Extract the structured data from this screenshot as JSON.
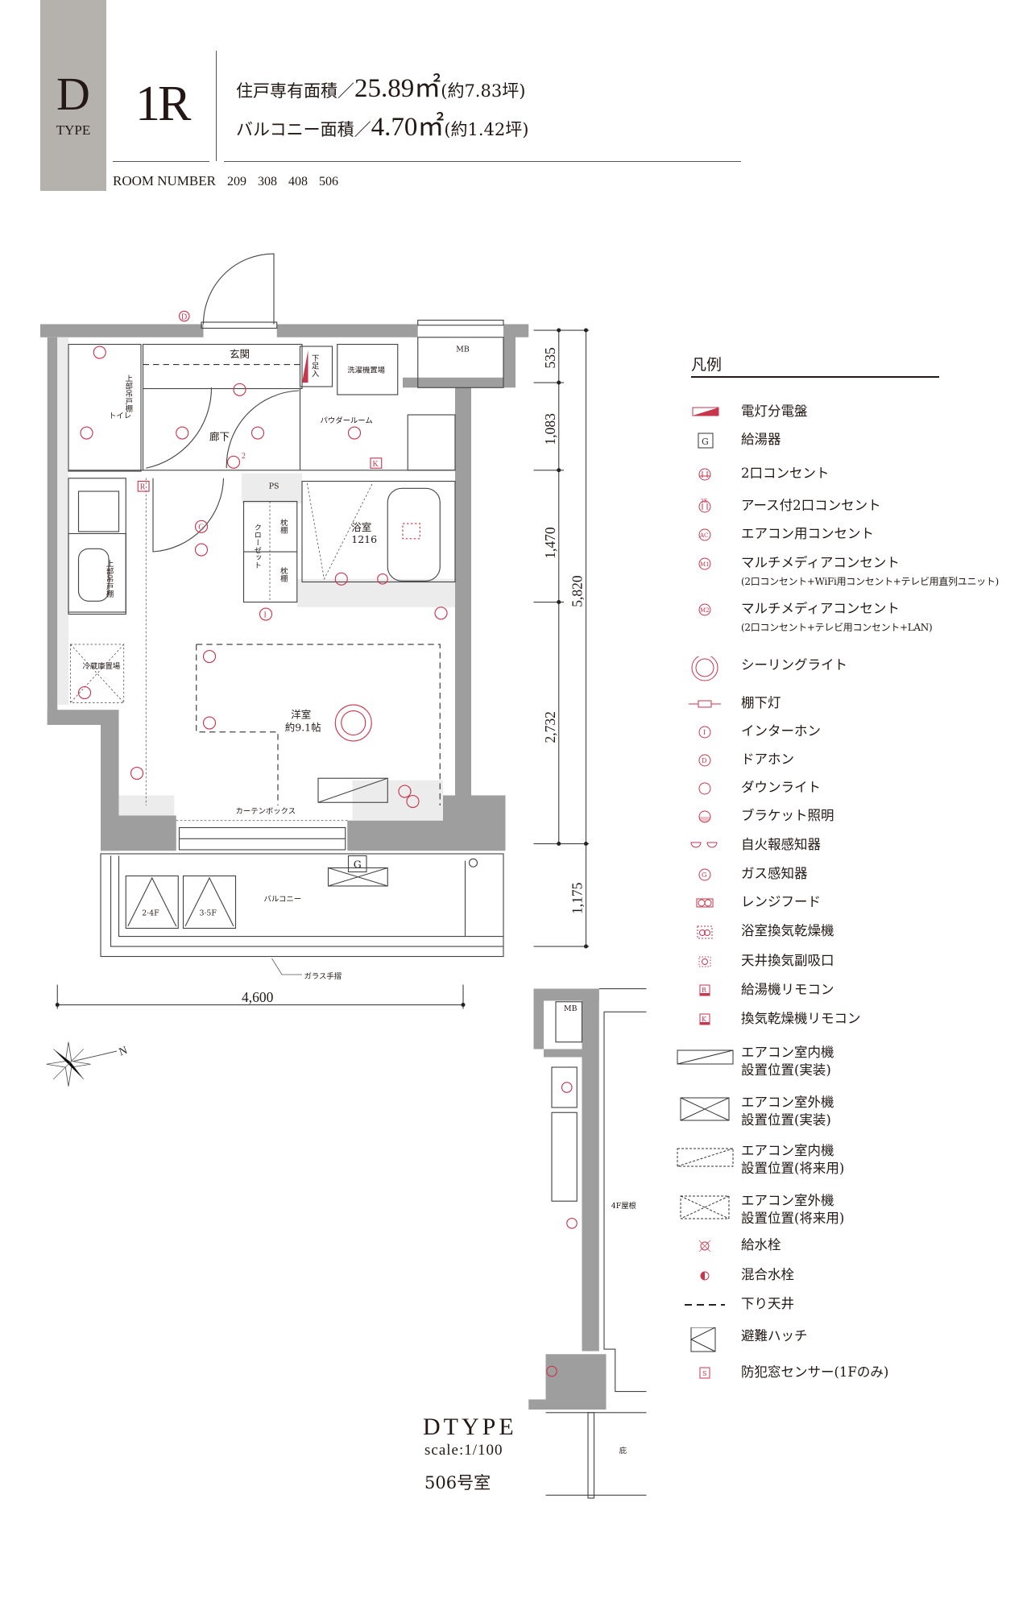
{
  "header": {
    "type_letter": "D",
    "type_word": "TYPE",
    "layout": "1R",
    "private_area_label": "住戸専有面積／",
    "private_area_value": "25.89㎡",
    "private_area_tsubo": "(約7.83坪)",
    "balcony_area_label": "バルコニー面積／",
    "balcony_area_value": "4.70㎡",
    "balcony_area_tsubo": "(約1.42坪)",
    "room_number_label": "ROOM NUMBER",
    "room_numbers": [
      "209",
      "308",
      "408",
      "506"
    ]
  },
  "plan": {
    "rooms": {
      "entrance": "玄関",
      "shoe_box": "下足入",
      "laundry": "洗濯機置場",
      "mb": "MB",
      "toilet": "トイレ",
      "upper_cabinet": "上部吊戸棚",
      "corridor": "廊下",
      "powder_room": "パウダールーム",
      "ps": "PS",
      "closet": "クローゼット",
      "pillow_shelf": "枕棚",
      "bath": "浴室",
      "bath_size": "1216",
      "fridge": "冷蔵庫置場",
      "western_room": "洋室",
      "western_room_size": "約9.1帖",
      "curtain_box": "カーテンボックス",
      "balcony": "バルコニー",
      "hatch_1": "2·4F",
      "hatch_2": "3·5F",
      "glass_rail": "ガラス手摺",
      "heater": "G"
    },
    "dimensions": {
      "width": "4,600",
      "d1": "535",
      "d2": "1,083",
      "d3": "1,470",
      "d4": "2,732",
      "total": "5,820",
      "balcony_depth": "1,175"
    },
    "section": {
      "mb": "MB",
      "roof": "4F屋根",
      "eaves": "庇"
    }
  },
  "footer": {
    "type_title": "DTYPE",
    "scale": "scale:1/100",
    "unit": "506号室"
  },
  "legend": {
    "title": "凡例",
    "items": [
      {
        "icon": "distribution-board-icon",
        "label": "電灯分電盤"
      },
      {
        "icon": "water-heater-icon",
        "label": "給湯器"
      },
      {
        "icon": "outlet-2-icon",
        "label": "2口コンセント"
      },
      {
        "icon": "outlet-2-earth-icon",
        "label": "アース付2口コンセント"
      },
      {
        "icon": "ac-outlet-icon",
        "label": "エアコン用コンセント"
      },
      {
        "icon": "multimedia-m1-icon",
        "label": "マルチメディアコンセント",
        "sub": "(2口コンセント+WiFi用コンセント+テレビ用直列ユニット)"
      },
      {
        "icon": "multimedia-m2-icon",
        "label": "マルチメディアコンセント",
        "sub": "(2口コンセント+テレビ用コンセント+LAN)"
      },
      {
        "icon": "ceiling-light-icon",
        "label": "シーリングライト"
      },
      {
        "icon": "under-shelf-light-icon",
        "label": "棚下灯"
      },
      {
        "icon": "intercom-icon",
        "label": "インターホン"
      },
      {
        "icon": "door-phone-icon",
        "label": "ドアホン"
      },
      {
        "icon": "downlight-icon",
        "label": "ダウンライト"
      },
      {
        "icon": "bracket-light-icon",
        "label": "ブラケット照明"
      },
      {
        "icon": "fire-alarm-icon",
        "label": "自火報感知器"
      },
      {
        "icon": "gas-detector-icon",
        "label": "ガス感知器"
      },
      {
        "icon": "range-hood-icon",
        "label": "レンジフード"
      },
      {
        "icon": "bath-dryer-icon",
        "label": "浴室換気乾燥機"
      },
      {
        "icon": "ceiling-vent-icon",
        "label": "天井換気副吸口"
      },
      {
        "icon": "heater-remote-icon",
        "label": "給湯機リモコン"
      },
      {
        "icon": "dryer-remote-icon",
        "label": "換気乾燥機リモコン"
      },
      {
        "icon": "ac-indoor-icon",
        "label": "エアコン室内機",
        "sub": "設置位置(実装)"
      },
      {
        "icon": "ac-outdoor-icon",
        "label": "エアコン室外機",
        "sub": "設置位置(実装)"
      },
      {
        "icon": "ac-indoor-future-icon",
        "label": "エアコン室内機",
        "sub": "設置位置(将来用)"
      },
      {
        "icon": "ac-outdoor-future-icon",
        "label": "エアコン室外機",
        "sub": "設置位置(将来用)"
      },
      {
        "icon": "water-tap-icon",
        "label": "給水栓"
      },
      {
        "icon": "mixer-tap-icon",
        "label": "混合水栓"
      },
      {
        "icon": "lowered-ceiling-icon",
        "label": "下り天井"
      },
      {
        "icon": "escape-hatch-icon",
        "label": "避難ハッチ"
      },
      {
        "icon": "window-sensor-icon",
        "label": "防犯窓センサー(1Fのみ)"
      }
    ]
  },
  "colors": {
    "accent": "#c8364e",
    "band": "#b5b2ad",
    "wall": "#9e9e9e"
  }
}
